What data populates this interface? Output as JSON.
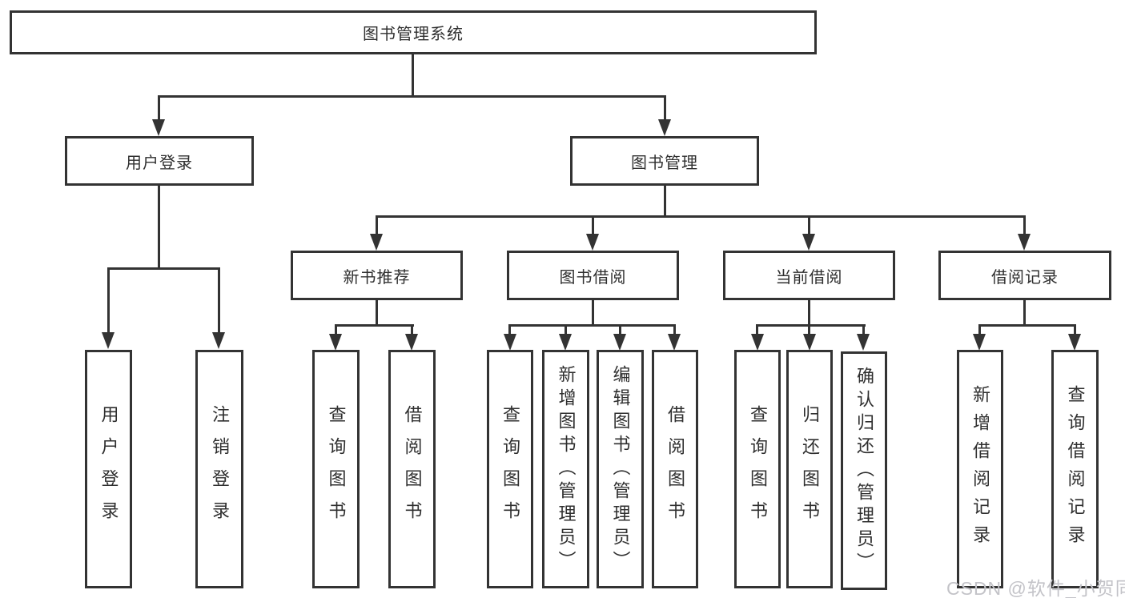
{
  "diagram": {
    "root": {
      "label": "图书管理系统"
    },
    "level2": {
      "user_login": {
        "label": "用户登录"
      },
      "book_management": {
        "label": "图书管理"
      }
    },
    "level3": {
      "new_book_recommend": {
        "label": "新书推荐"
      },
      "book_borrow": {
        "label": "图书借阅"
      },
      "current_borrow": {
        "label": "当前借阅"
      },
      "borrow_record": {
        "label": "借阅记录"
      }
    },
    "level4": {
      "user_login_leaf": {
        "label": "用户登录"
      },
      "logout": {
        "label": "注销登录"
      },
      "recommend_query_book": {
        "label": "查询图书"
      },
      "recommend_borrow_book": {
        "label": "借阅图书"
      },
      "borrow_query_book": {
        "label": "查询图书"
      },
      "borrow_add_book_admin": {
        "label": "新增图书（管理员）"
      },
      "borrow_edit_book_admin": {
        "label": "编辑图书（管理员）"
      },
      "borrow_borrow_book": {
        "label": "借阅图书"
      },
      "current_query_book": {
        "label": "查询图书"
      },
      "current_return_book": {
        "label": "归还图书"
      },
      "current_confirm_return_admin": {
        "label": "确认归还（管理员）"
      },
      "record_add_record": {
        "label": "新增借阅记录"
      },
      "record_query_record": {
        "label": "查询借阅记录"
      }
    }
  },
  "watermark": {
    "text": "CSDN @软件_小贺同学"
  },
  "colors": {
    "line": "#333333",
    "box_border": "#333333",
    "text": "#2f2f2f",
    "watermark": "#c3c3c8",
    "background": "#ffffff"
  }
}
